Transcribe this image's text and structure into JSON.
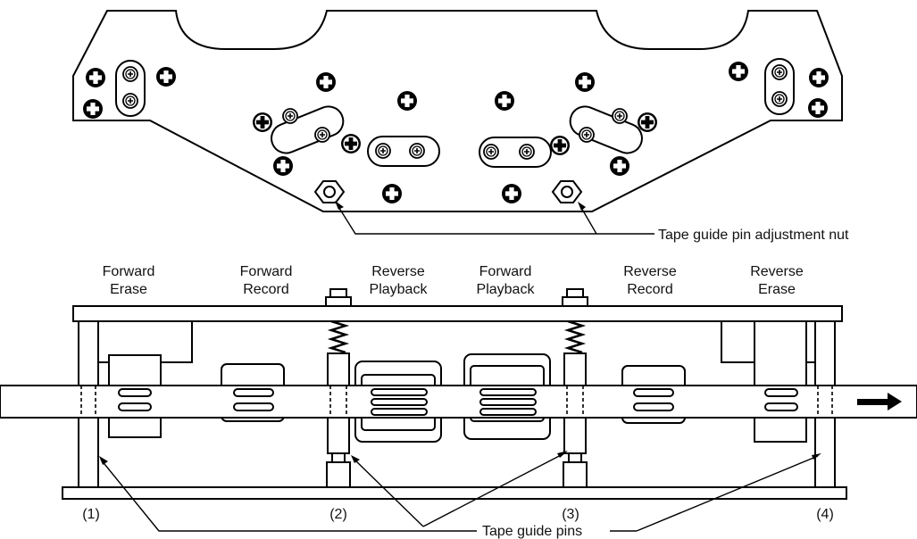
{
  "labels": {
    "nut": "Tape guide pin adjustment nut",
    "pins": "Tape guide pins"
  },
  "heads": [
    {
      "line1": "Forward",
      "line2": "Erase"
    },
    {
      "line1": "Forward",
      "line2": "Record"
    },
    {
      "line1": "Reverse",
      "line2": "Playback"
    },
    {
      "line1": "Forward",
      "line2": "Playback"
    },
    {
      "line1": "Reverse",
      "line2": "Record"
    },
    {
      "line1": "Reverse",
      "line2": "Erase"
    }
  ],
  "pin_numbers": [
    "(1)",
    "(2)",
    "(3)",
    "(4)"
  ]
}
